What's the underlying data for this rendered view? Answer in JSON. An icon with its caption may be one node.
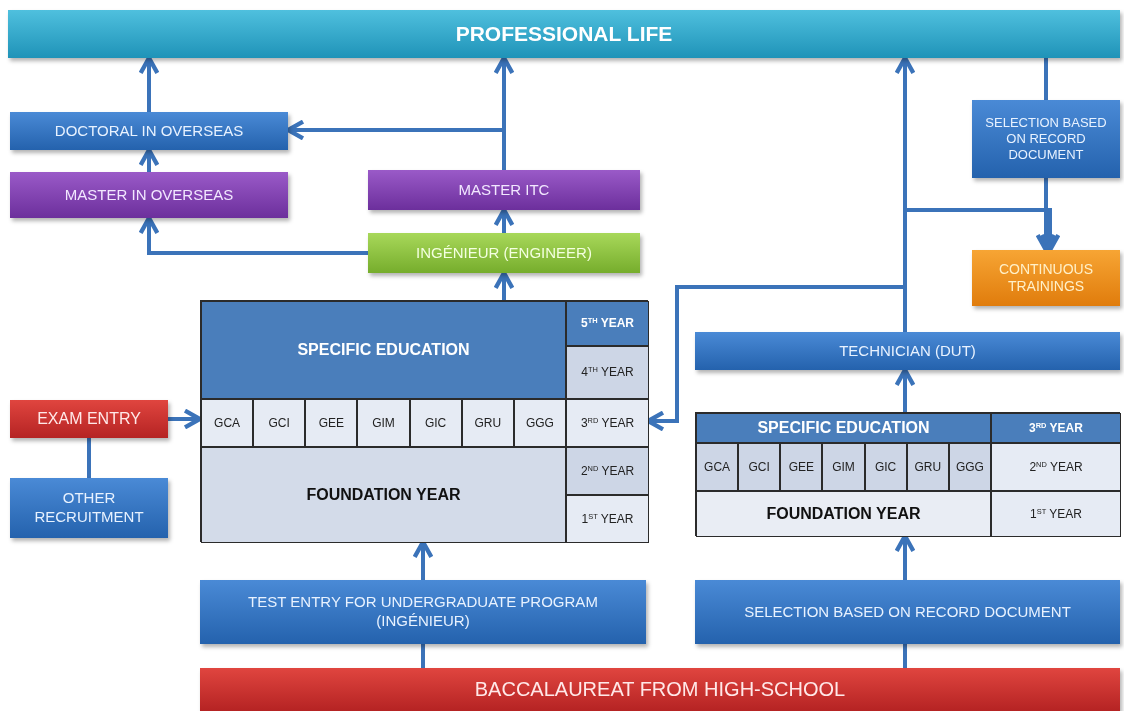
{
  "diagram": {
    "nodes": [
      {
        "text": [
          "PROFESSIONAL LIFE"
        ]
      },
      {
        "text": [
          "DOCTORAL IN OVERSEAS"
        ]
      },
      {
        "text": [
          "SELECTION BASED ON RECORD DOCUMENT"
        ]
      },
      {
        "text": [
          "MASTER IN OVERSEAS"
        ]
      },
      {
        "text": [
          "MASTER ITC"
        ]
      },
      {
        "text": [
          "INGÉNIEUR (ENGINEER)"
        ]
      },
      {
        "text": [
          "CONTINUOUS TRAININGS"
        ]
      },
      {
        "text": [],
        "shape": "box"
      },
      {
        "text": [
          "SPECIFIC EDUCATION"
        ],
        "in": 7
      },
      {
        "text": [
          "5$^{TH}$ YEAR"
        ],
        "in": 7
      },
      {
        "text": [
          "4$^{TH}$ YEAR"
        ],
        "in": 7
      },
      {
        "text": [
          "GCA"
        ],
        "in": 7
      },
      {
        "text": [
          "GCI"
        ],
        "in": 7
      },
      {
        "text": [
          "GEE"
        ],
        "in": 7
      },
      {
        "text": [
          "GIM"
        ],
        "in": 7
      },
      {
        "text": [
          "GIC"
        ],
        "in": 7
      },
      {
        "text": [
          "GRU"
        ],
        "in": 7
      },
      {
        "text": [
          "GGG"
        ],
        "in": 7
      },
      {
        "text": [
          "3$^{RD}$ YEAR"
        ],
        "in": 7
      },
      {
        "text": [
          "FOUNDATION YEAR"
        ],
        "in": 7
      },
      {
        "text": [
          "2$^{ND}$ YEAR"
        ],
        "in": 7
      },
      {
        "text": [
          "1$^{ST}$ YEAR"
        ],
        "in": 7
      },
      {
        "text": [
          "EXAM ENTRY"
        ]
      },
      {
        "text": [
          "OTHER RECRUITMENT"
        ]
      },
      {
        "text": [
          "TECHNICIAN (DUT)"
        ]
      },
      {
        "text": [],
        "shape": "box"
      },
      {
        "text": [
          "SPECIFIC EDUCATION"
        ],
        "in": 25
      },
      {
        "text": [
          "3$^{RD}$ YEAR"
        ],
        "in": 25
      },
      {
        "text": [
          "GCA"
        ],
        "in": 25
      },
      {
        "text": [
          "GCI"
        ],
        "in": 25
      },
      {
        "text": [
          "GEE"
        ],
        "in": 25
      },
      {
        "text": [
          "GIM"
        ],
        "in": 25
      },
      {
        "text": [
          "GIC"
        ],
        "in": 25
      },
      {
        "text": [
          "GRU"
        ],
        "in": 25
      },
      {
        "text": [
          "GGG"
        ],
        "in": 25
      },
      {
        "text": [
          "2$^{ND}$ YEAR"
        ],
        "in": 25
      },
      {
        "text": [
          "FOUNDATION YEAR"
        ],
        "in": 25
      },
      {
        "text": [
          "1$^{ST}$ YEAR"
        ],
        "in": 25
      },
      {
        "text": [
          "TEST ENTRY FOR UNDERGRADUATE PROGRAM (INGÉNIEUR)"
        ]
      },
      {
        "text": [
          "SELECTION BASED ON RECORD DOCUMENT"
        ]
      },
      {
        "text": [
          "BACCALAUREAT FROM HIGH-SCHOOL"
        ]
      }
    ],
    "edges": [
      {
        "from": 1,
        "to": 0,
        "arrow": "to"
      },
      {
        "from": 3,
        "to": 1,
        "arrow": "to"
      },
      {
        "from": 4,
        "to": 0,
        "arrow": "to"
      },
      {
        "from": 4,
        "to": 1,
        "arrow": "to"
      },
      {
        "from": 5,
        "to": 4,
        "arrow": "to"
      },
      {
        "from": 5,
        "to": 3,
        "arrow": "to"
      },
      {
        "from": 7,
        "to": 5,
        "arrow": "to"
      },
      {
        "from": 22,
        "to": 7,
        "arrow": "to"
      },
      {
        "from": 22,
        "to": 23,
        "arrow": "none"
      },
      {
        "from": 24,
        "to": 0,
        "arrow": "to"
      },
      {
        "from": 24,
        "to": 6,
        "arrow": "to"
      },
      {
        "from": 2,
        "to": 6,
        "arrow": "to"
      },
      {
        "from": 0,
        "to": 2,
        "arrow": "none"
      },
      {
        "from": 24,
        "to": 18,
        "arrow": "to"
      },
      {
        "from": 25,
        "to": 24,
        "arrow": "to"
      },
      {
        "from": 38,
        "to": 7,
        "arrow": "to"
      },
      {
        "from": 39,
        "to": 25,
        "arrow": "to"
      },
      {
        "from": 40,
        "to": 38,
        "arrow": "none"
      },
      {
        "from": 40,
        "to": 39,
        "arrow": "none"
      }
    ]
  }
}
